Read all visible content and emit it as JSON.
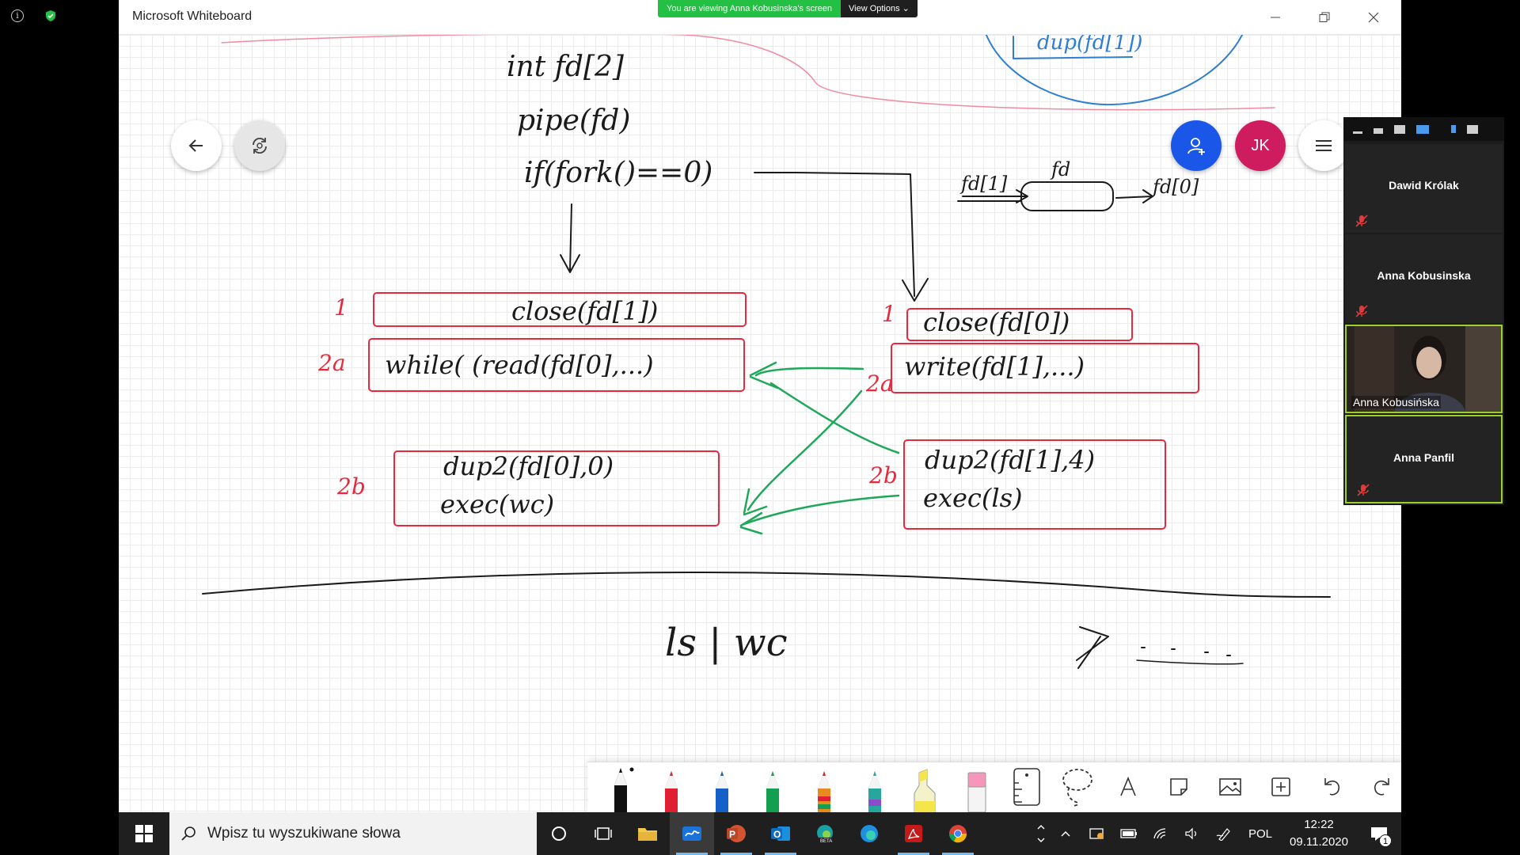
{
  "window": {
    "title": "Microsoft Whiteboard"
  },
  "share_banner": {
    "message": "You are viewing Anna Kobusinska's screen",
    "view_options": "View Options"
  },
  "board": {
    "avatar_initials": "JK"
  },
  "participants": [
    {
      "name": "Dawid Królak",
      "muted": true,
      "video": false
    },
    {
      "name": "Anna Kobusinska",
      "muted": true,
      "video": false
    },
    {
      "name": "Anna Kobusińska",
      "muted": false,
      "video": true
    },
    {
      "name": "Anna Panfil",
      "muted": true,
      "video": false
    }
  ],
  "ink_colors": {
    "black": "#1a1a1a",
    "red": "#e8283c",
    "green": "#1fa85a",
    "blue": "#2f7fd1",
    "pink": "#f28aa0"
  },
  "toolbar": {
    "tools": [
      {
        "name": "black-pen",
        "color": "#1a1a1a"
      },
      {
        "name": "red-pen",
        "color": "#e02030"
      },
      {
        "name": "blue-pen",
        "color": "#1560c8"
      },
      {
        "name": "green-pen",
        "color": "#12a050"
      },
      {
        "name": "rainbow-pen",
        "color": "#e88a20"
      },
      {
        "name": "galaxy-pen",
        "color": "#27a6a0"
      },
      {
        "name": "highlighter",
        "color": "#f4e64a"
      },
      {
        "name": "eraser",
        "color": "#f497bb"
      }
    ]
  },
  "taskbar": {
    "search_placeholder": "Wpisz tu wyszukiwane słowa",
    "language": "POL",
    "time": "12:22",
    "date": "09.11.2020",
    "notifications": "1"
  }
}
